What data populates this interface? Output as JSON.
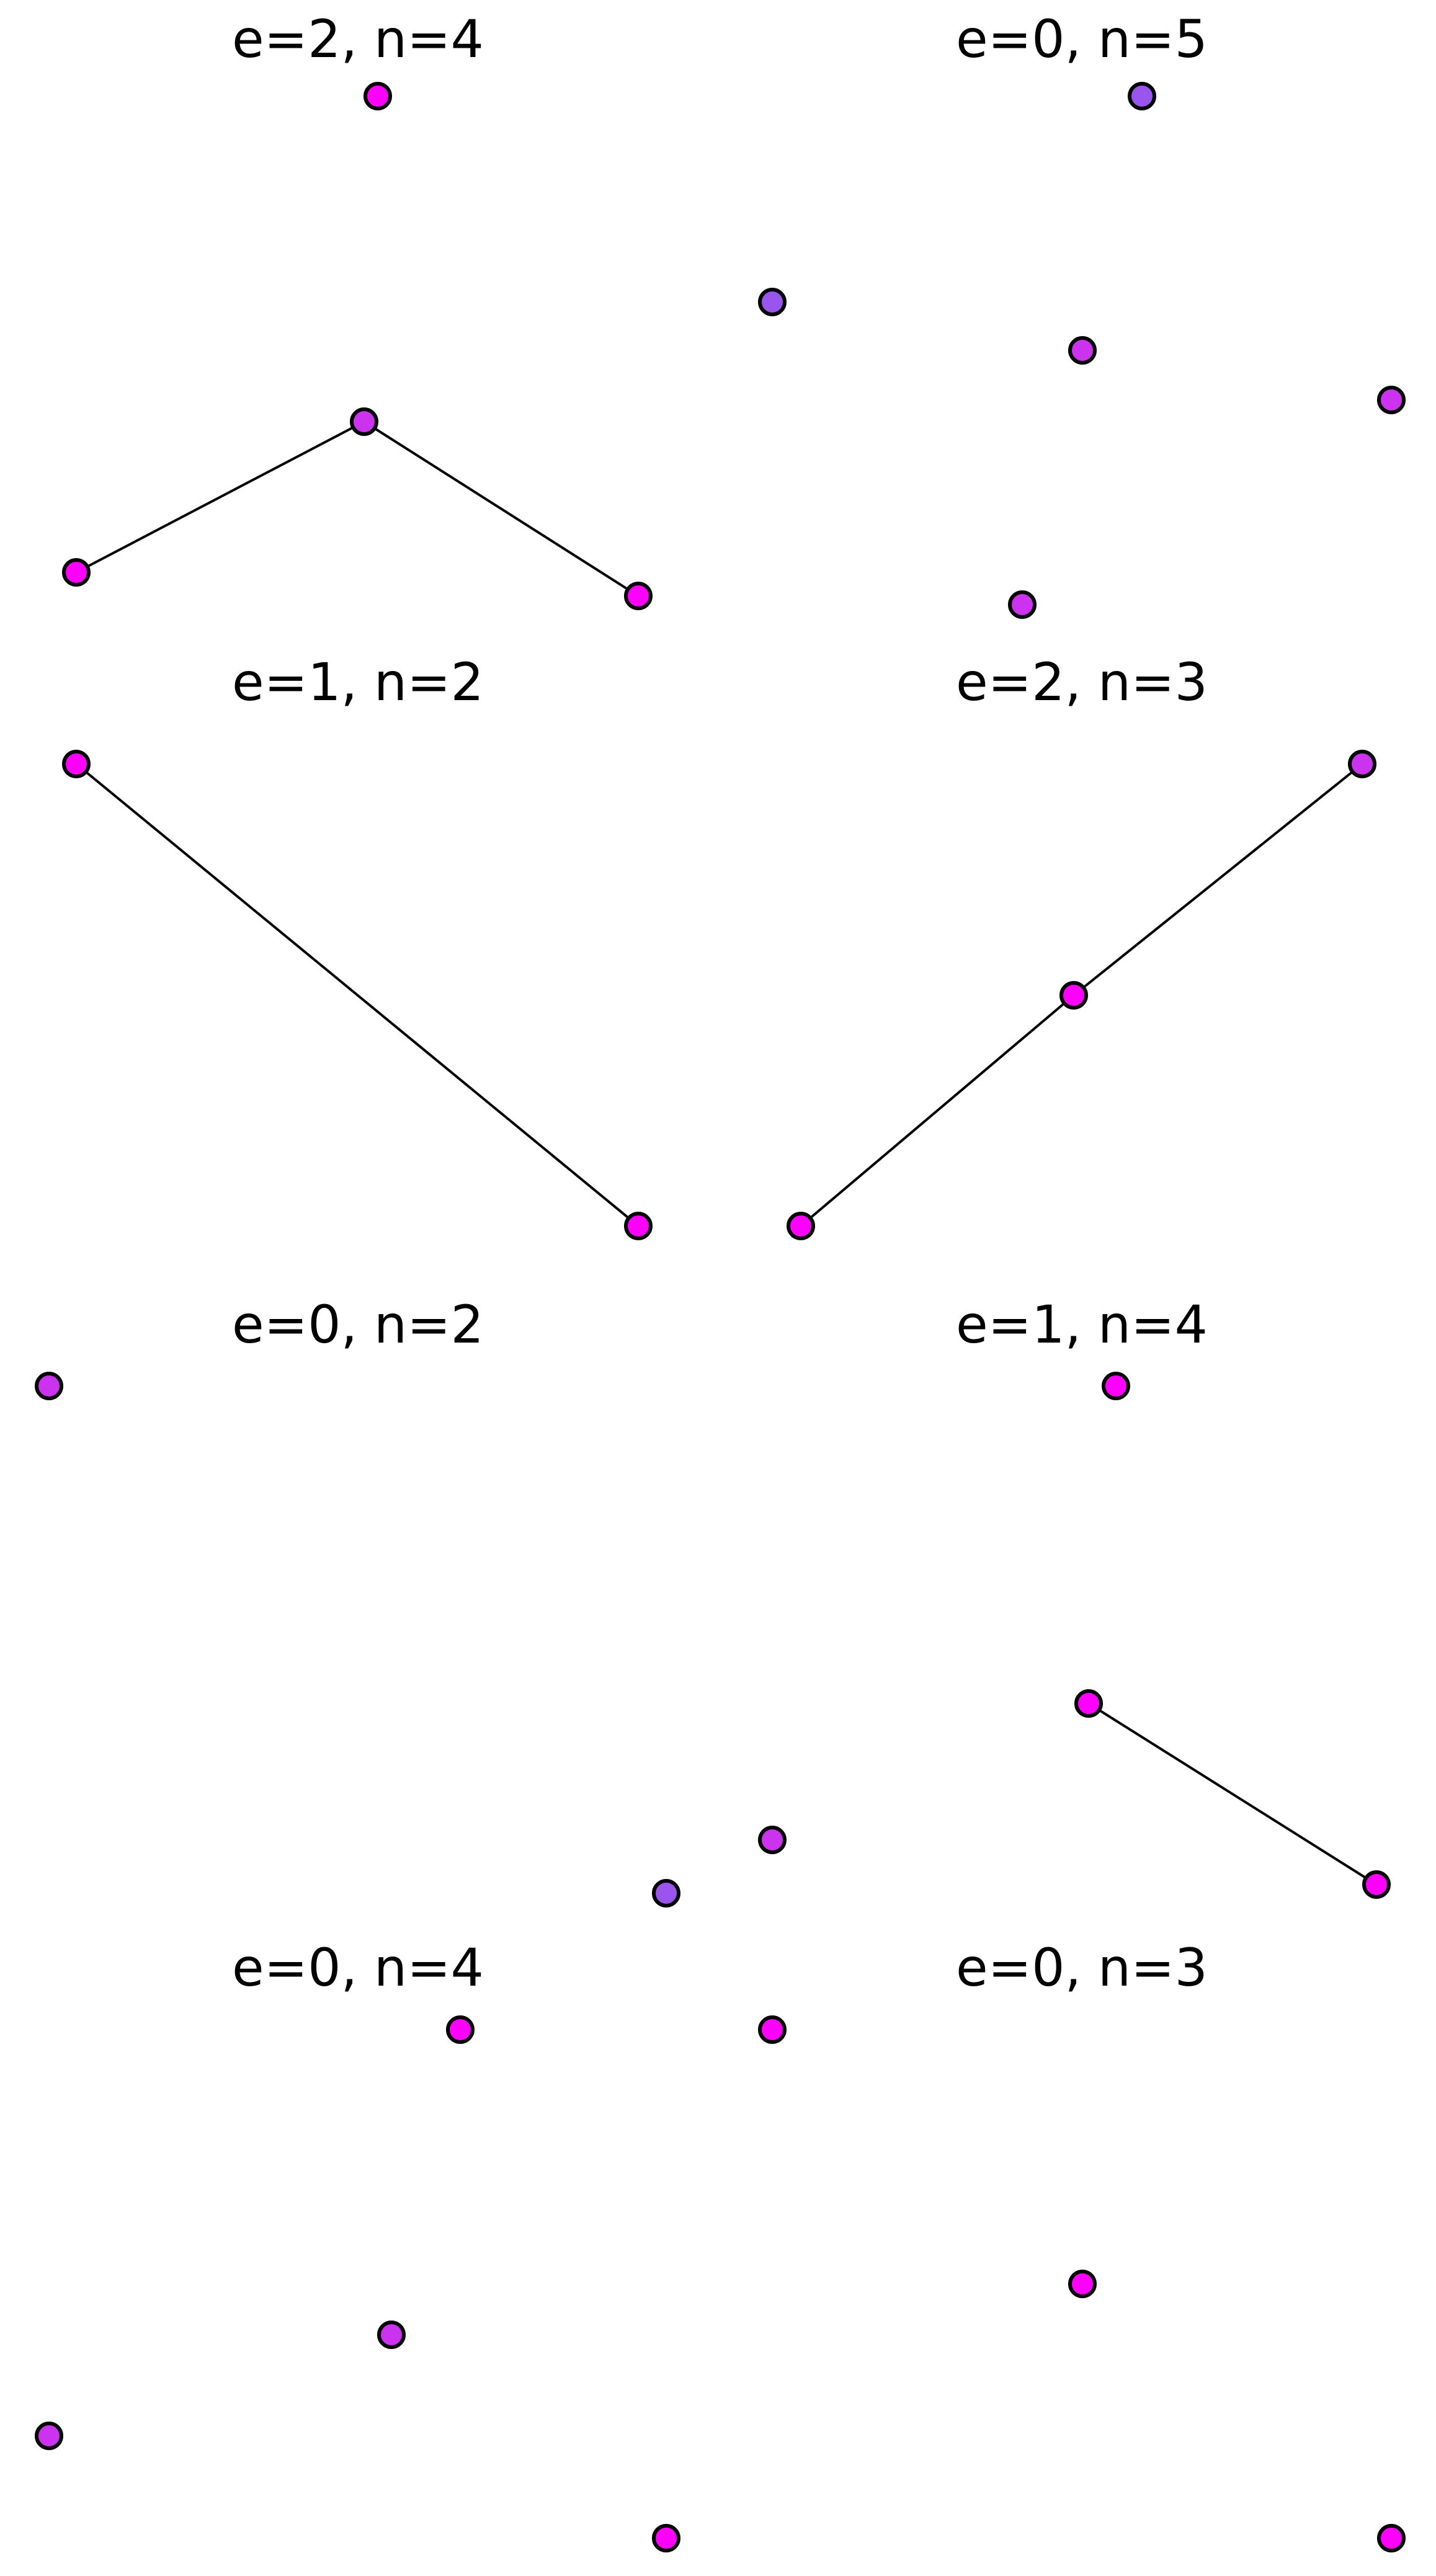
{
  "colors": {
    "magenta": "#ff00ff",
    "orchid": "#cc33ee",
    "violet": "#9955ee",
    "edge": "#000000",
    "node_outline": "#000000"
  },
  "panels": [
    {
      "title": "e=2, n=4",
      "nodes": [
        {
          "id": "a",
          "color": "magenta"
        },
        {
          "id": "b",
          "color": "orchid"
        },
        {
          "id": "c",
          "color": "magenta"
        },
        {
          "id": "d",
          "color": "magenta"
        }
      ],
      "edges": [
        [
          "b",
          "c"
        ],
        [
          "b",
          "d"
        ]
      ]
    },
    {
      "title": "e=0, n=5",
      "nodes": [
        {
          "id": "a",
          "color": "violet"
        },
        {
          "id": "b",
          "color": "violet"
        },
        {
          "id": "c",
          "color": "orchid"
        },
        {
          "id": "d",
          "color": "orchid"
        },
        {
          "id": "e",
          "color": "orchid"
        }
      ],
      "edges": []
    },
    {
      "title": "e=1, n=2",
      "nodes": [
        {
          "id": "a",
          "color": "magenta"
        },
        {
          "id": "b",
          "color": "magenta"
        }
      ],
      "edges": [
        [
          "a",
          "b"
        ]
      ]
    },
    {
      "title": "e=2, n=3",
      "nodes": [
        {
          "id": "a",
          "color": "orchid"
        },
        {
          "id": "b",
          "color": "magenta"
        },
        {
          "id": "c",
          "color": "magenta"
        }
      ],
      "edges": [
        [
          "a",
          "b"
        ],
        [
          "b",
          "c"
        ]
      ]
    },
    {
      "title": "e=0, n=2",
      "nodes": [
        {
          "id": "a",
          "color": "orchid"
        },
        {
          "id": "b",
          "color": "orchid"
        }
      ],
      "edges": []
    },
    {
      "title": "e=1, n=4",
      "nodes": [
        {
          "id": "a",
          "color": "magenta"
        },
        {
          "id": "b",
          "color": "violet"
        },
        {
          "id": "c",
          "color": "magenta"
        },
        {
          "id": "d",
          "color": "magenta"
        }
      ],
      "edges": [
        [
          "c",
          "d"
        ]
      ]
    },
    {
      "title": "e=0, n=4",
      "nodes": [
        {
          "id": "a",
          "color": "magenta"
        },
        {
          "id": "b",
          "color": "orchid"
        },
        {
          "id": "c",
          "color": "orchid"
        },
        {
          "id": "d",
          "color": "magenta"
        }
      ],
      "edges": []
    },
    {
      "title": "e=0, n=3",
      "nodes": [
        {
          "id": "a",
          "color": "magenta"
        },
        {
          "id": "b",
          "color": "magenta"
        },
        {
          "id": "c",
          "color": "magenta"
        }
      ],
      "edges": []
    }
  ]
}
